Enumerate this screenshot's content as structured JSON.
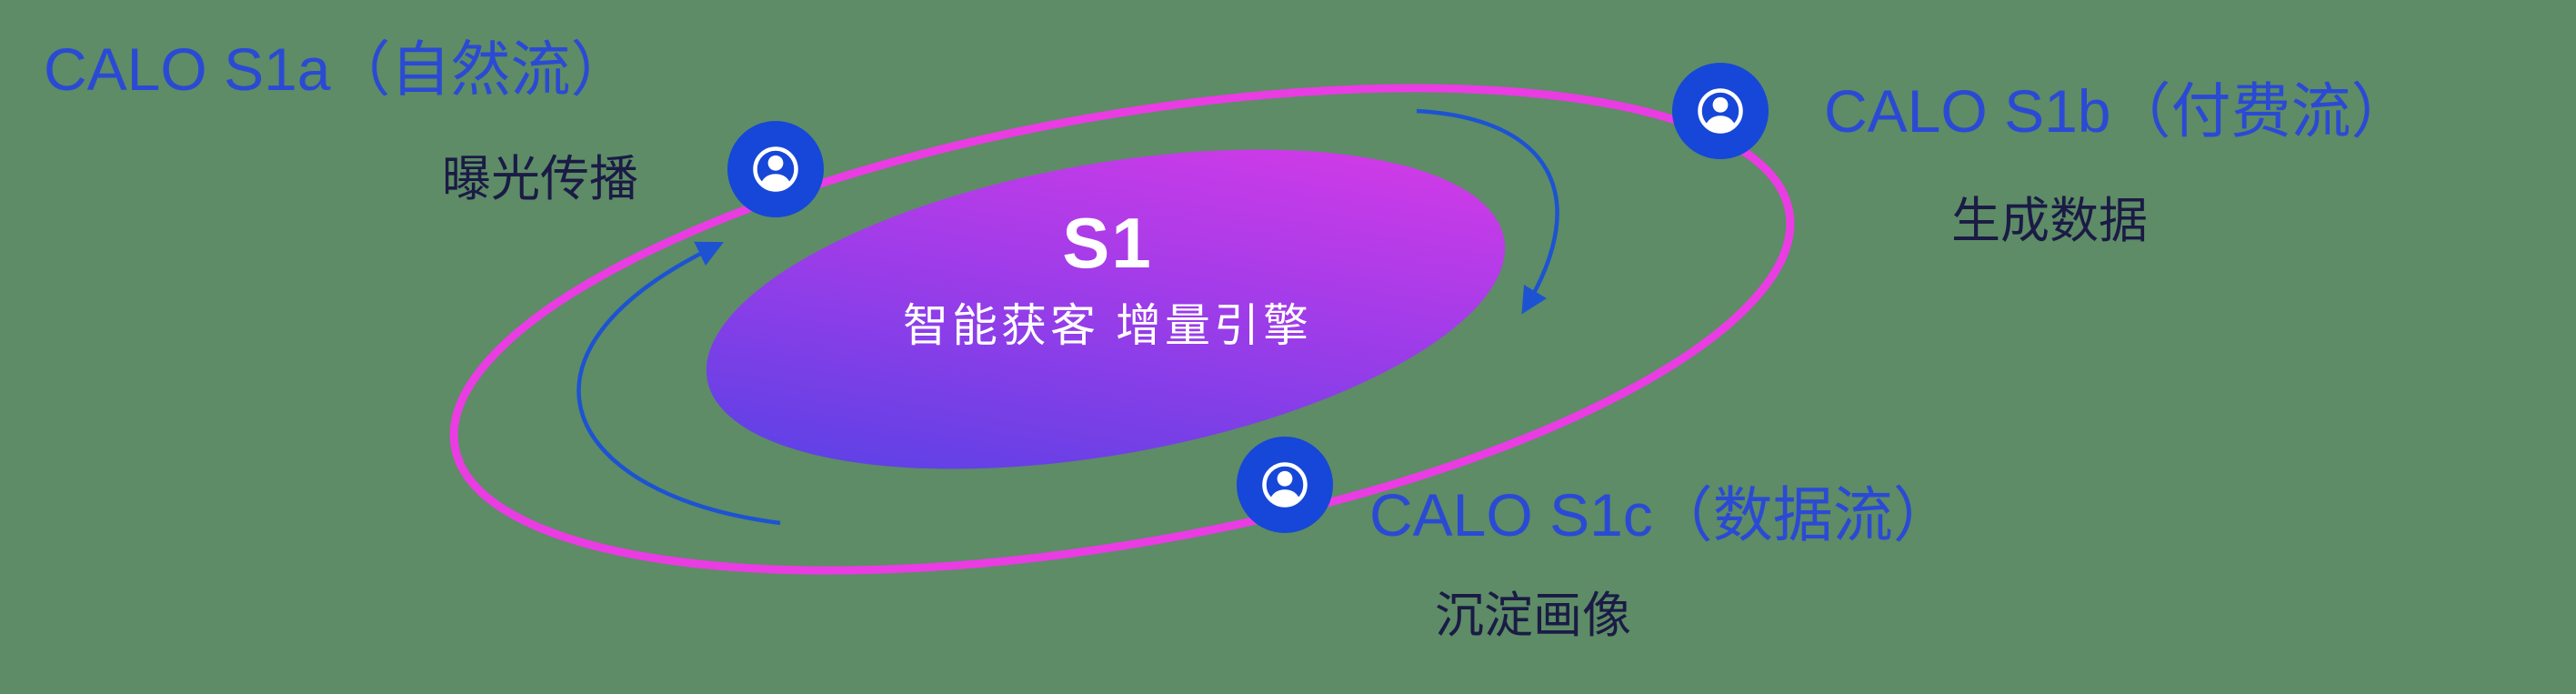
{
  "diagram": {
    "background_color": "#5d8c66",
    "center": {
      "title": "S1",
      "subtitle": "智能获客  增量引擎"
    },
    "orbit": {
      "ring_color": "#ea3ce3",
      "core_gradient_start": "#4a43e4",
      "core_gradient_mid": "#a13ce9",
      "core_gradient_end": "#e23ae6"
    },
    "nodes": [
      {
        "id": "s1a",
        "title": "CALO S1a（自然流）",
        "subtitle": "曝光传播"
      },
      {
        "id": "s1b",
        "title": "CALO S1b（付费流）",
        "subtitle": "生成数据"
      },
      {
        "id": "s1c",
        "title": "CALO S1c（数据流）",
        "subtitle": "沉淀画像"
      }
    ],
    "colors": {
      "node_fill": "#1647d8",
      "icon_color": "#ffffff",
      "title_color": "#2b4ad4",
      "subtitle_color": "#1b1b45",
      "arrow_color": "#1d53d2",
      "center_text_color": "#ffffff"
    }
  }
}
